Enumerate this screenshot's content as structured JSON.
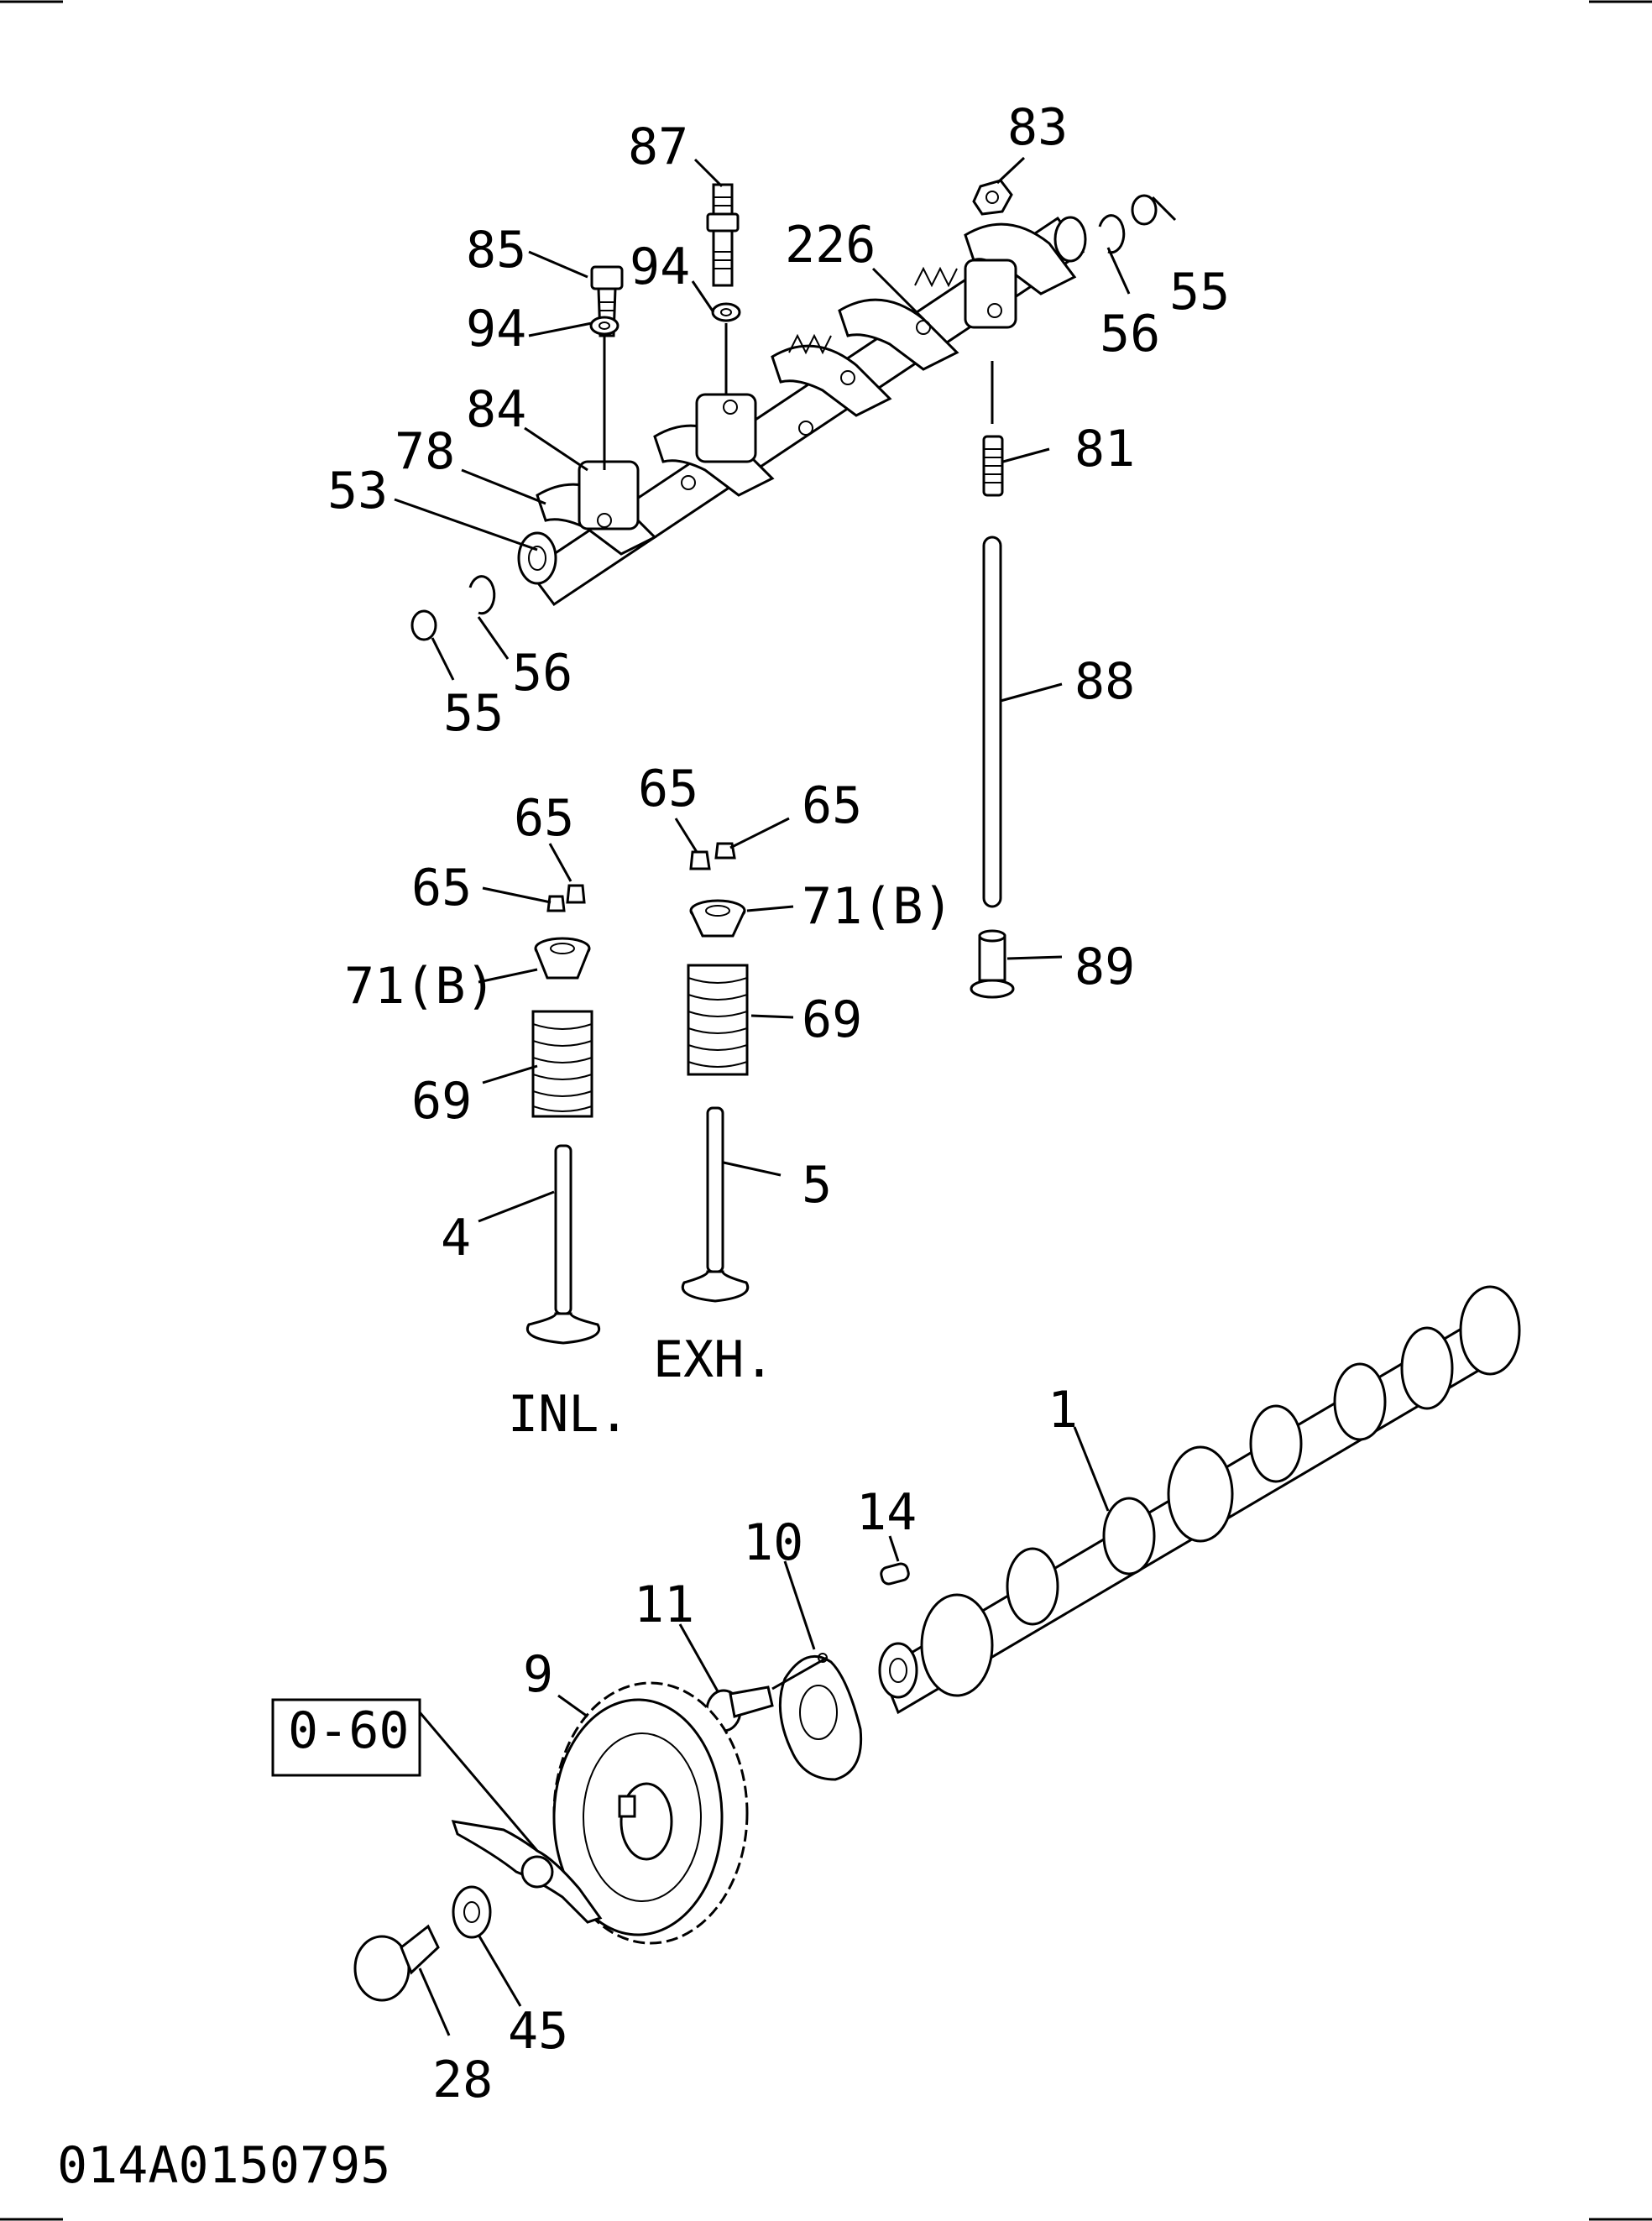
{
  "document_id": "014A0150795",
  "section_labels": {
    "inlet": "INL.",
    "exhaust": "EXH."
  },
  "reference_box": "0-60",
  "callouts": {
    "c87": "87",
    "c83": "83",
    "c85": "85",
    "c94a": "94",
    "c94b": "94",
    "c226": "226",
    "c55a": "55",
    "c56a": "56",
    "c84": "84",
    "c78": "78",
    "c53": "53",
    "c81": "81",
    "c56b": "56",
    "c55b": "55",
    "c88": "88",
    "c65a": "65",
    "c65b": "65",
    "c65c": "65",
    "c65d": "65",
    "c71a": "71(B)",
    "c71b": "71(B)",
    "c89": "89",
    "c69a": "69",
    "c69b": "69",
    "c5": "5",
    "c4": "4",
    "c1": "1",
    "c14": "14",
    "c10": "10",
    "c11": "11",
    "c9": "9",
    "c45": "45",
    "c28": "28"
  }
}
